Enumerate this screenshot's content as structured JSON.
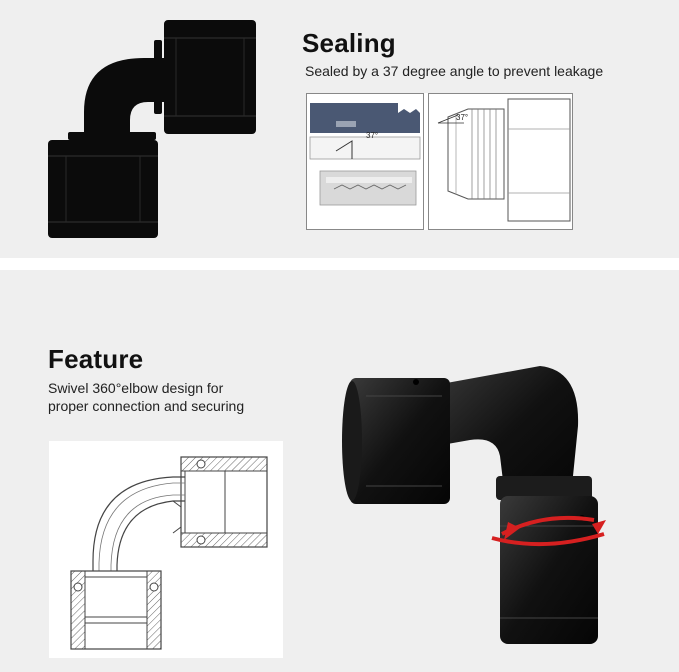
{
  "sealing": {
    "title": "Sealing",
    "description": "Sealed by a 37 degree angle to prevent leakage",
    "angle_label_left": "37°",
    "angle_label_right": "37°"
  },
  "feature": {
    "title": "Feature",
    "description_line1": "Swivel 360°elbow design for",
    "description_line2": "proper connection and securing"
  },
  "colors": {
    "panel_background": "#efefef",
    "fitting_black": "#0b0b0b",
    "rotation_arrow": "#d62020",
    "seal_blue": "#4a5873"
  },
  "icons": {
    "top_fitting": "elbow-fitting-silhouette",
    "seal_section": "cross-section-seal",
    "flare_side": "flare-side-view",
    "black_fitting": "black-elbow-fitting-photo",
    "rotation": "rotation-arrow",
    "elbow_section": "elbow-cross-section"
  }
}
